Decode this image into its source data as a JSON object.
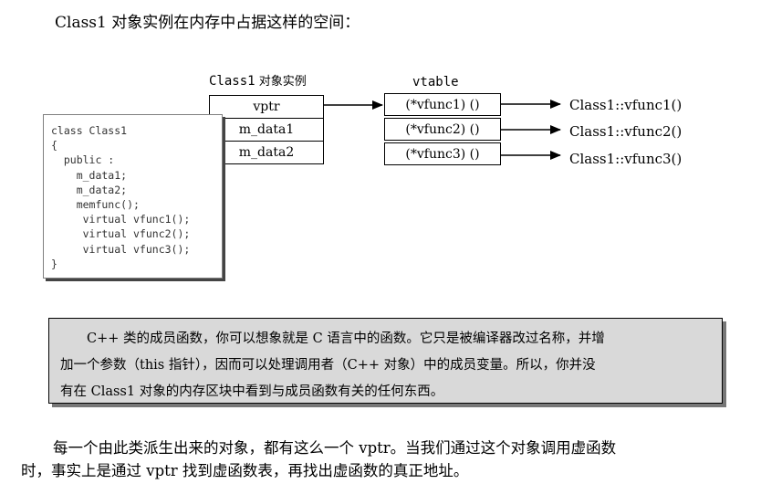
{
  "intro": "Class1 对象实例在内存中占据这样的空间：",
  "instance": {
    "title_mono": "Class1",
    "title_cjk": " 对象实例",
    "cells": [
      "vptr",
      "m_data1",
      "m_data2"
    ]
  },
  "vtable": {
    "title": "vtable",
    "entries": [
      "(*vfunc1) ()",
      "(*vfunc2) ()",
      "(*vfunc3) ()"
    ],
    "targets": [
      "Class1::vfunc1()",
      "Class1::vfunc2()",
      "Class1::vfunc3()"
    ]
  },
  "code": [
    "class Class1",
    "{",
    "  public :",
    "    m_data1;",
    "    m_data2;",
    "    memfunc();",
    "     virtual vfunc1();",
    "     virtual vfunc2();",
    "     virtual vfunc3();",
    "}"
  ],
  "note": [
    "C++ 类的成员函数，你可以想象就是 C 语言中的函数。它只是被编译器改过名称，并增",
    "加一个参数（this 指针），因而可以处理调用者（C++ 对象）中的成员变量。所以，你并没",
    "有在 Class1 对象的内存区块中看到与成员函数有关的任何东西。"
  ],
  "outro": [
    "每一个由此类派生出来的对象，都有这么一个 vptr。当我们通过这个对象调用虚函数",
    "时，事实上是通过 vptr 找到虚函数表，再找出虚函数的真正地址。"
  ]
}
